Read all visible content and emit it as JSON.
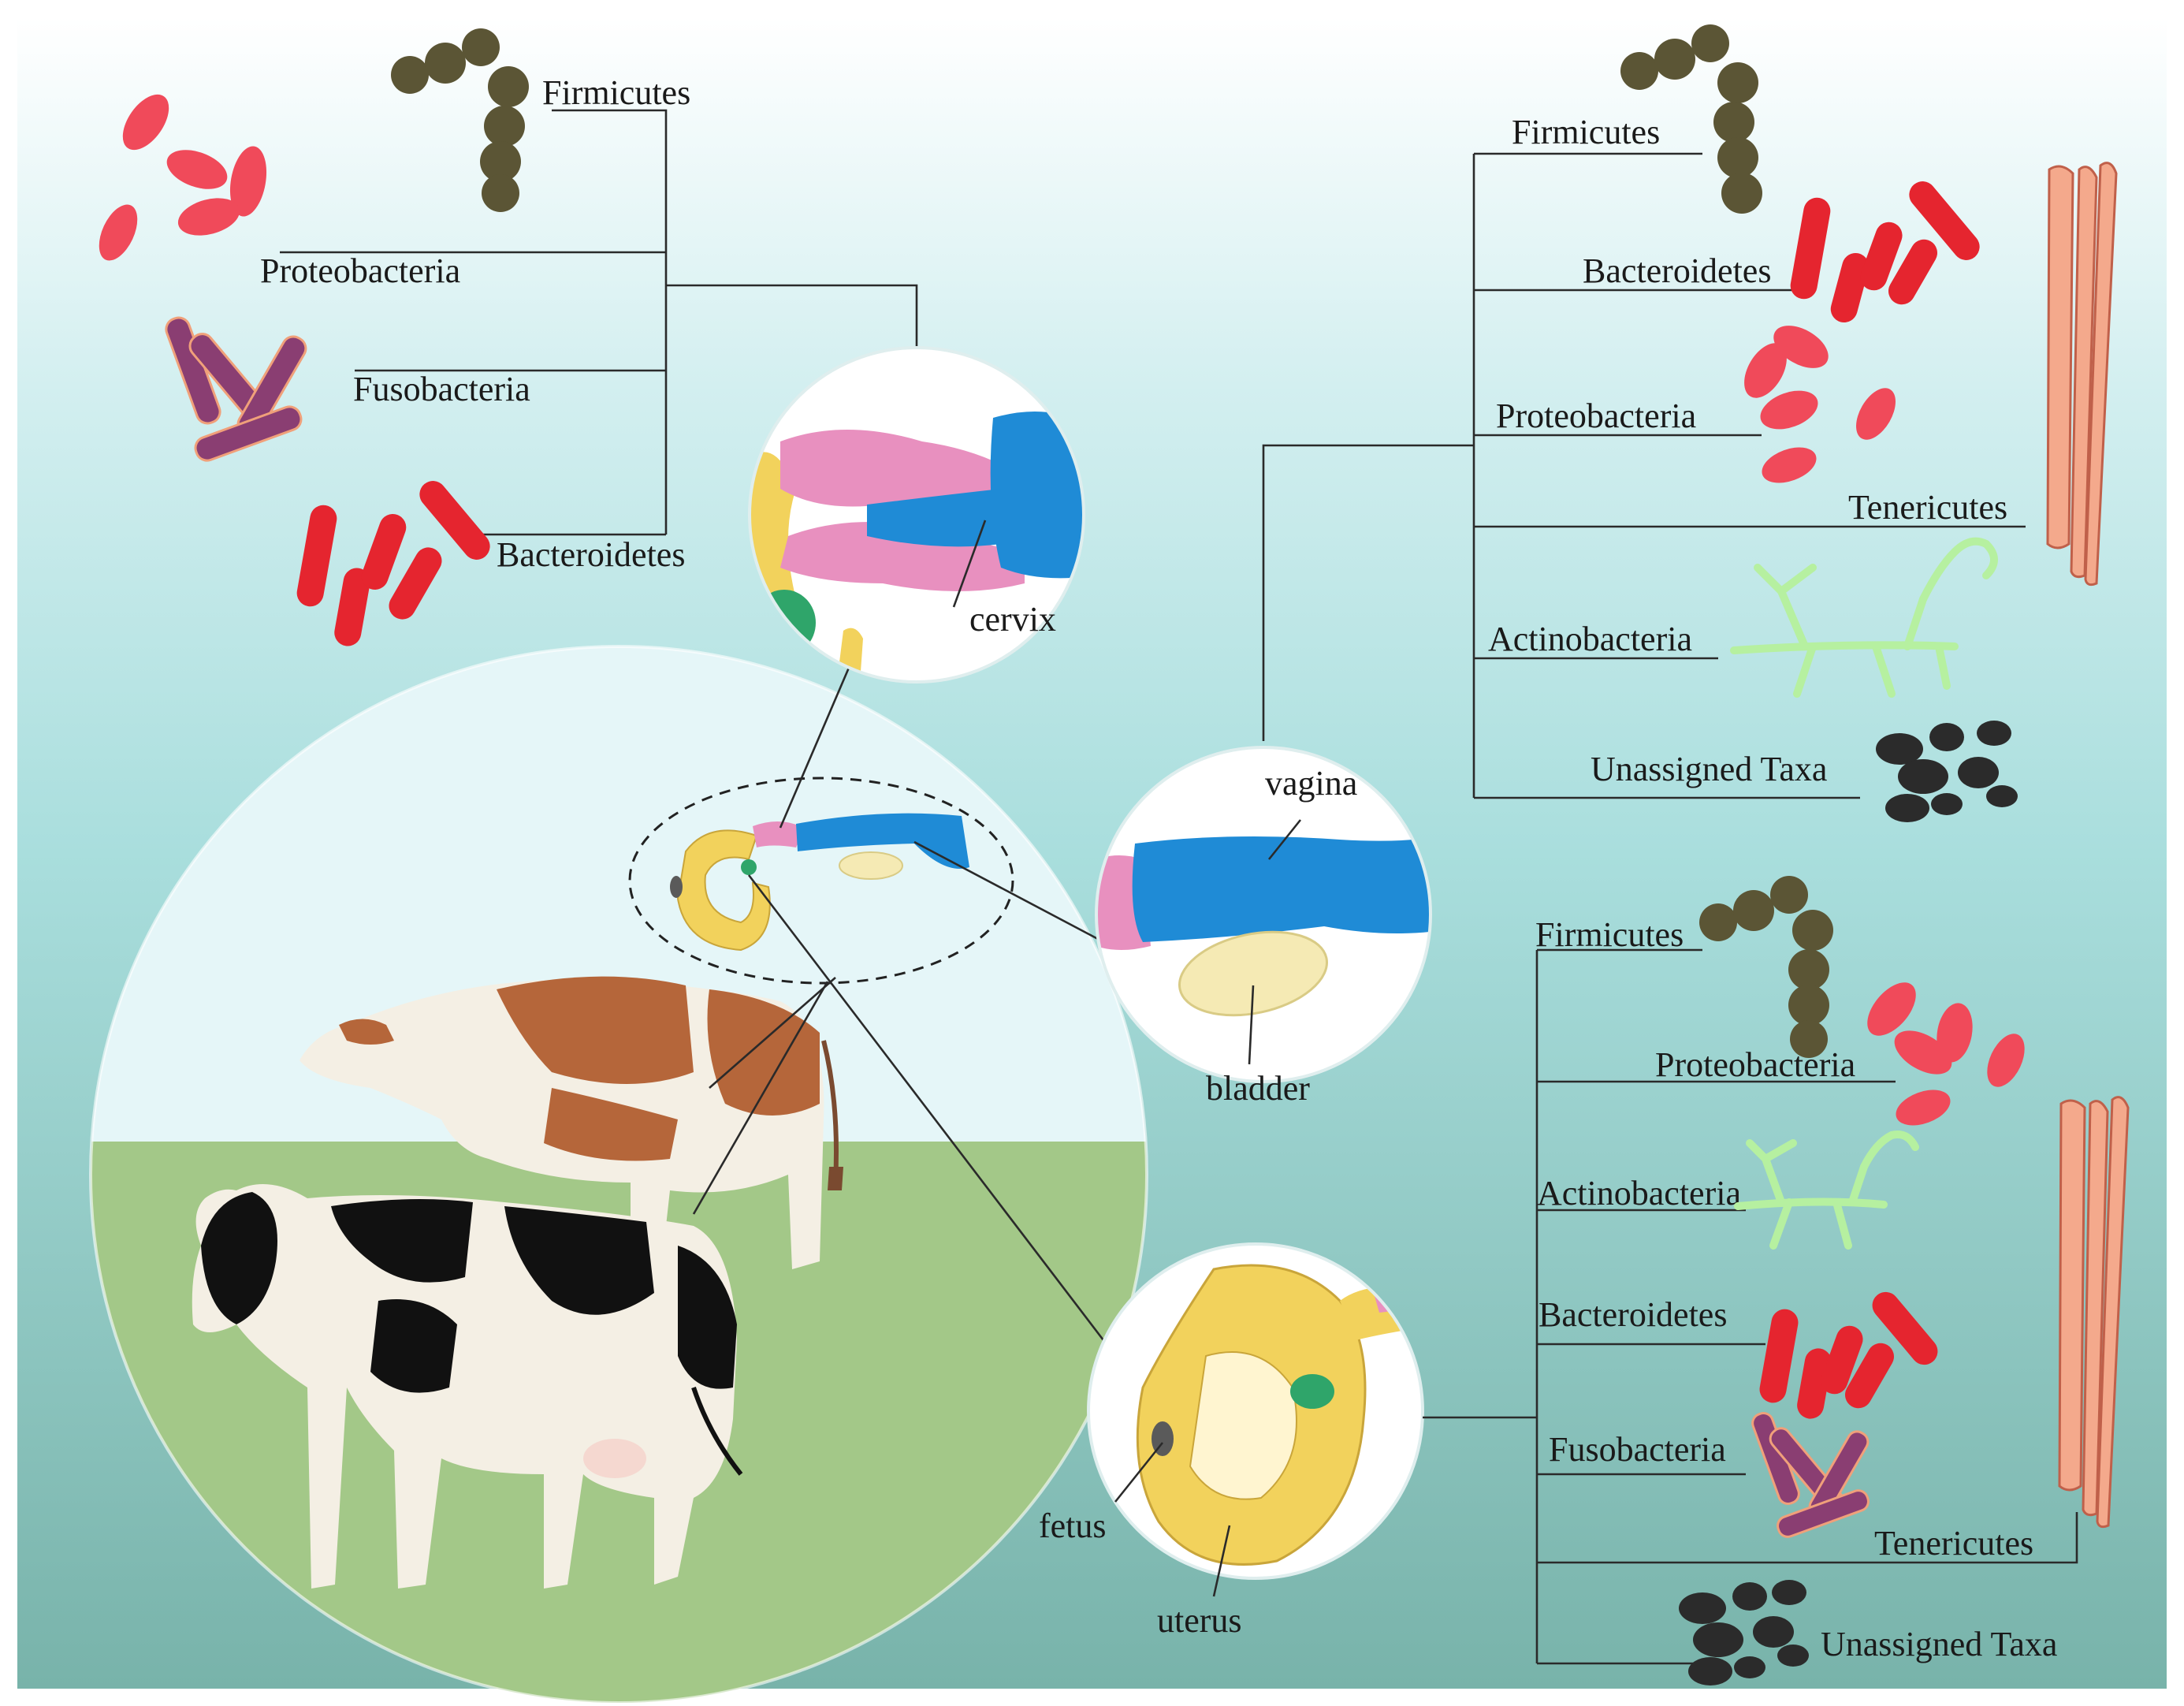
{
  "trees": {
    "cervix": [
      {
        "id": "firmicutes",
        "label": "Firmicutes"
      },
      {
        "id": "proteobacteria",
        "label": "Proteobacteria"
      },
      {
        "id": "fusobacteria",
        "label": "Fusobacteria"
      },
      {
        "id": "bacteroidetes",
        "label": "Bacteroidetes"
      }
    ],
    "vagina": [
      {
        "id": "firmicutes",
        "label": "Firmicutes"
      },
      {
        "id": "bacteroidetes",
        "label": "Bacteroidetes"
      },
      {
        "id": "proteobacteria",
        "label": "Proteobacteria"
      },
      {
        "id": "tenericutes",
        "label": "Tenericutes"
      },
      {
        "id": "actinobacteria",
        "label": "Actinobacteria"
      },
      {
        "id": "unassigned",
        "label": "Unassigned Taxa"
      }
    ],
    "uterus": [
      {
        "id": "firmicutes",
        "label": "Firmicutes"
      },
      {
        "id": "proteobacteria",
        "label": "Proteobacteria"
      },
      {
        "id": "actinobacteria",
        "label": "Actinobacteria"
      },
      {
        "id": "bacteroidetes",
        "label": "Bacteroidetes"
      },
      {
        "id": "fusobacteria",
        "label": "Fusobacteria"
      },
      {
        "id": "tenericutes",
        "label": "Tenericutes"
      },
      {
        "id": "unassigned",
        "label": "Unassigned Taxa"
      }
    ]
  },
  "organs": {
    "cervix": "cervix",
    "vagina": "vagina",
    "bladder": "bladder",
    "fetus": "fetus",
    "uterus": "uterus"
  },
  "icons": {
    "firmicutes": "cocci-chain-icon",
    "proteobacteria": "flagellated-bacteria-icon",
    "fusobacteria": "fusiform-rods-icon",
    "bacteroidetes": "rod-bacteria-icon",
    "tenericutes": "elongated-cells-icon",
    "actinobacteria": "branching-filaments-icon",
    "unassigned": "dark-clumps-icon"
  },
  "colors": {
    "background_top": "#ffffff",
    "background_mid": "#a9dedd",
    "background_bottom": "#78b3aa",
    "sky": "#e5f6f8",
    "grass": "#a3c888",
    "vagina_blue": "#1f8bd6",
    "cervix_pink": "#e890bf",
    "uterus_yellow": "#f2d25c",
    "bladder_cream": "#f5eab4",
    "fetus_gray": "#5a5a5a",
    "ovary_green": "#2fa56a",
    "firmicutes": "#5b5535",
    "proteobacteria": "#f04a5a",
    "fusobacteria": "#8a3e72",
    "bacteroidetes": "#e5252f",
    "tenericutes": "#f4a98c",
    "actinobacteria": "#b6f0a0",
    "unassigned": "#2b2b2b",
    "cow_brown": "#b5663a",
    "cow_black": "#111111"
  }
}
